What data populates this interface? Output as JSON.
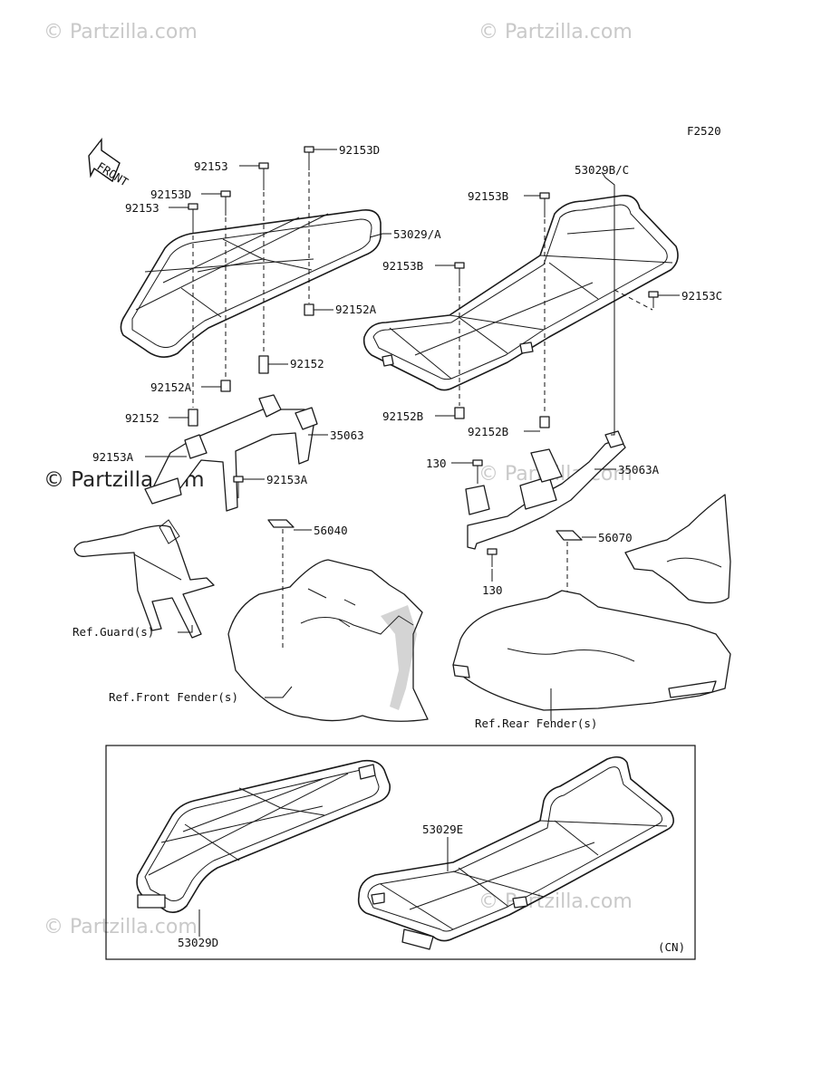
{
  "figure_code": "F2520",
  "front_label": "FRONT",
  "watermarks": {
    "top_left": "© Partzilla.com",
    "top_right": "© Partzilla.com",
    "mid_left": "© Partzilla.com",
    "mid_right": "© Partzilla.com",
    "bottom_left": "© Partzilla.com",
    "bottom_right": "© Partzilla.com"
  },
  "labels": {
    "p92153d_top": "92153D",
    "p92153_top": "92153",
    "p92153d_left": "92153D",
    "p92153_left": "92153",
    "p53029a": "53029/A",
    "p92152a_right": "92152A",
    "p92152_mid": "92152",
    "p92152a_left": "92152A",
    "p92152_left": "92152",
    "p35063": "35063",
    "p92153a_left": "92153A",
    "p92153a_right": "92153A",
    "p56040": "56040",
    "ref_guard": "Ref.Guard(s)",
    "ref_front_fender": "Ref.Front Fender(s)",
    "p53029bc": "53029B/C",
    "p92153b_top": "92153B",
    "p92153b_mid": "92153B",
    "p92153c": "92153C",
    "p92152b_left": "92152B",
    "p92152b_right": "92152B",
    "p35063a": "35063A",
    "p130_top": "130",
    "p130_bottom": "130",
    "p56070": "56070",
    "ref_rear_fender": "Ref.Rear Fender(s)",
    "p53029e": "53029E",
    "p53029d": "53029D",
    "cn": "(CN)"
  }
}
